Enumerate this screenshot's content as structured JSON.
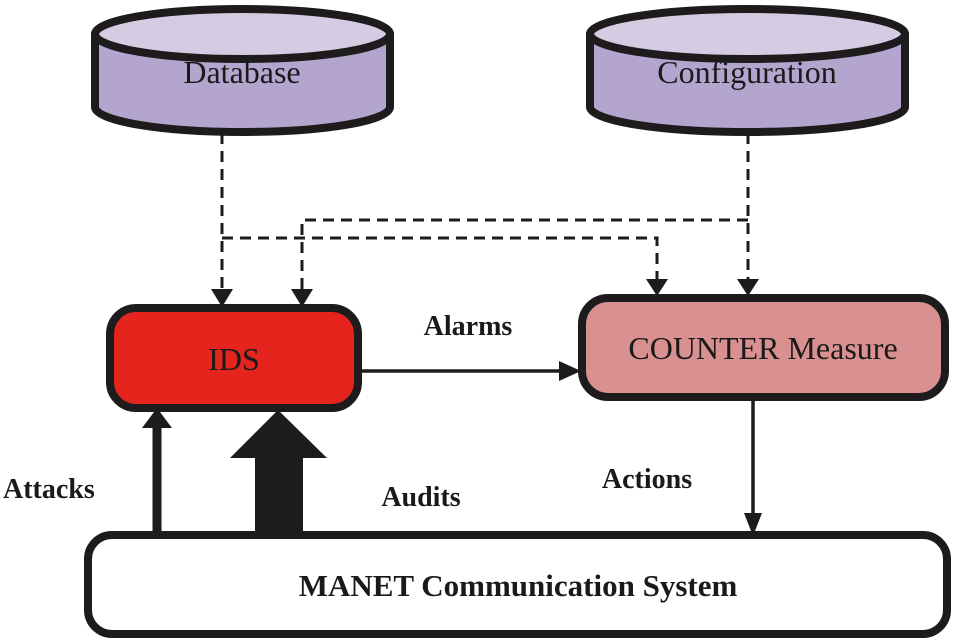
{
  "diagram": {
    "nodes": {
      "database": {
        "label": "Database",
        "shape": "cylinder"
      },
      "configuration": {
        "label": "Configuration",
        "shape": "cylinder"
      },
      "ids": {
        "label": "IDS",
        "shape": "rounded-rect"
      },
      "counter_measure": {
        "label": "COUNTER Measure",
        "shape": "rounded-rect"
      },
      "manet": {
        "label": "MANET Communication System",
        "shape": "rounded-rect"
      }
    },
    "edges": {
      "alarms": {
        "label": "Alarms",
        "from": "ids",
        "to": "counter_measure",
        "style": "solid-arrow"
      },
      "actions": {
        "label": "Actions",
        "from": "counter_measure",
        "to": "manet",
        "style": "solid-arrow"
      },
      "attacks": {
        "label": "Attacks",
        "from": "manet",
        "to": "ids",
        "style": "thick-arrow"
      },
      "audits": {
        "label": "Audits",
        "from": "manet",
        "to": "ids",
        "style": "block-arrow"
      },
      "database_to_ids": {
        "label": "",
        "from": "database",
        "to": "ids",
        "style": "dashed-arrow"
      },
      "database_to_counter": {
        "label": "",
        "from": "database",
        "to": "counter_measure",
        "style": "dashed-arrow"
      },
      "configuration_to_counter": {
        "label": "",
        "from": "configuration",
        "to": "counter_measure",
        "style": "dashed-arrow"
      },
      "configuration_to_ids": {
        "label": "",
        "from": "configuration",
        "to": "ids",
        "style": "dashed-arrow"
      }
    },
    "colors": {
      "cylinder_body": "#b4a5ce",
      "cylinder_top": "#d5cce3",
      "ids_fill": "#e5241e",
      "counter_fill": "#d99090",
      "manet_fill": "#ffffff",
      "outline": "#1d1b1b"
    }
  }
}
